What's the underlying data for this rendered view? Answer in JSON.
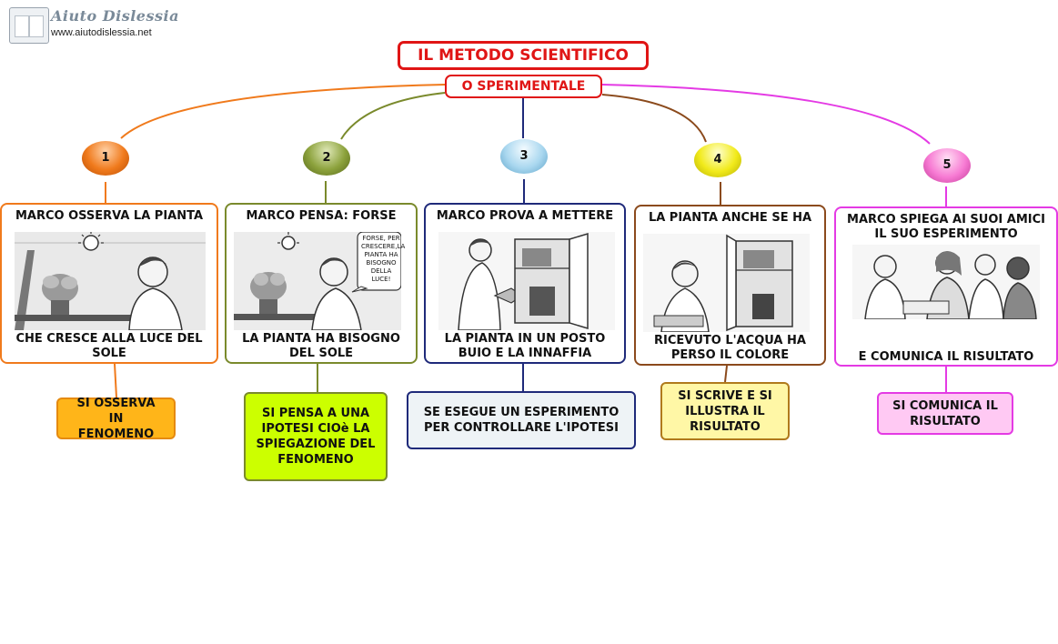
{
  "logo": {
    "name": "Aiuto Dislessia",
    "url": "www.aiutodislessia.net",
    "icon": "book-logo-icon"
  },
  "title": "IL METODO SCIENTIFICO",
  "subtitle": "O SPERIMENTALE",
  "colors": {
    "title_border": "#e01515",
    "step1": "#f07a1c",
    "step2": "#7a8a2c",
    "step3": "#1f2a7a",
    "step4": "#8b4a1c",
    "step5": "#e43ae4"
  },
  "steps": [
    {
      "number": "1",
      "top": "MARCO OSSERVA LA PIANTA",
      "bottom": "CHE CRESCE ALLA LUCE DEL SOLE",
      "phase": "SI OSSERVA IN FENOMENO"
    },
    {
      "number": "2",
      "top": "MARCO PENSA: FORSE",
      "bottom": "LA PIANTA HA BISOGNO DEL SOLE",
      "bubble": "FORSE, PER CRESCERE,LA PIANTA HA BISOGNO DELLA LUCE!",
      "phase": "SI PENSA A UNA IPOTESI CIOè LA SPIEGAZIONE DEL FENOMENO"
    },
    {
      "number": "3",
      "top": "MARCO PROVA A METTERE",
      "bottom": "LA PIANTA IN UN POSTO BUIO E LA INNAFFIA",
      "phase": "SE ESEGUE UN ESPERIMENTO PER CONTROLLARE L'IPOTESI"
    },
    {
      "number": "4",
      "top": "LA PIANTA ANCHE SE HA",
      "bottom": "RICEVUTO L'ACQUA HA PERSO IL COLORE",
      "phase": "SI SCRIVE E SI ILLUSTRA IL RISULTATO"
    },
    {
      "number": "5",
      "top": "MARCO SPIEGA AI SUOI AMICI IL SUO ESPERIMENTO",
      "bottom": "E COMUNICA IL RISULTATO",
      "phase": "SI COMUNICA IL RISULTATO"
    }
  ]
}
